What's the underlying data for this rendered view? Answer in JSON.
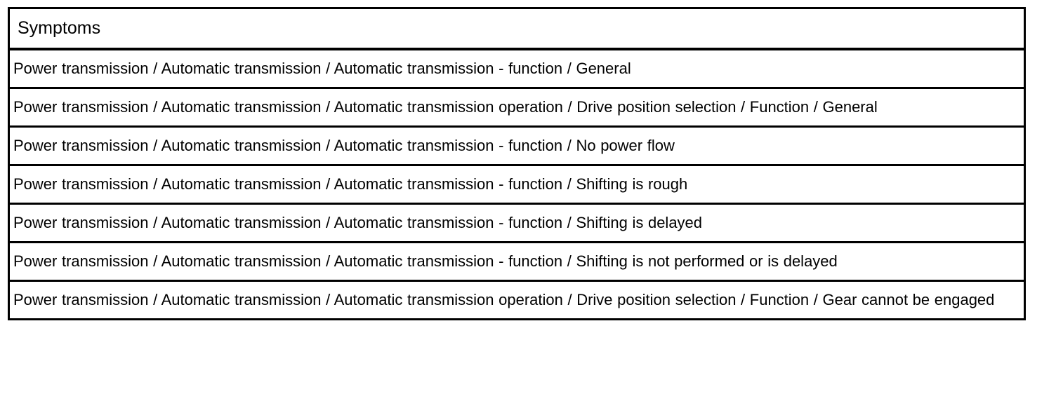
{
  "page": {
    "background_color": "#ffffff",
    "text_color": "#000000",
    "border_color": "#000000"
  },
  "table": {
    "header": "Symptoms",
    "rows": [
      "Power transmission / Automatic transmission / Automatic transmission - function / General",
      "Power transmission / Automatic transmission / Automatic transmission operation / Drive position selection / Function / General",
      "Power transmission / Automatic transmission / Automatic transmission - function / No power flow",
      "Power transmission / Automatic transmission / Automatic transmission - function / Shifting is rough",
      "Power transmission / Automatic transmission / Automatic transmission - function / Shifting is delayed",
      "Power transmission / Automatic transmission / Automatic transmission - function / Shifting is not performed or is delayed",
      "Power transmission / Automatic transmission / Automatic transmission operation / Drive position selection / Function / Gear cannot be engaged"
    ]
  }
}
